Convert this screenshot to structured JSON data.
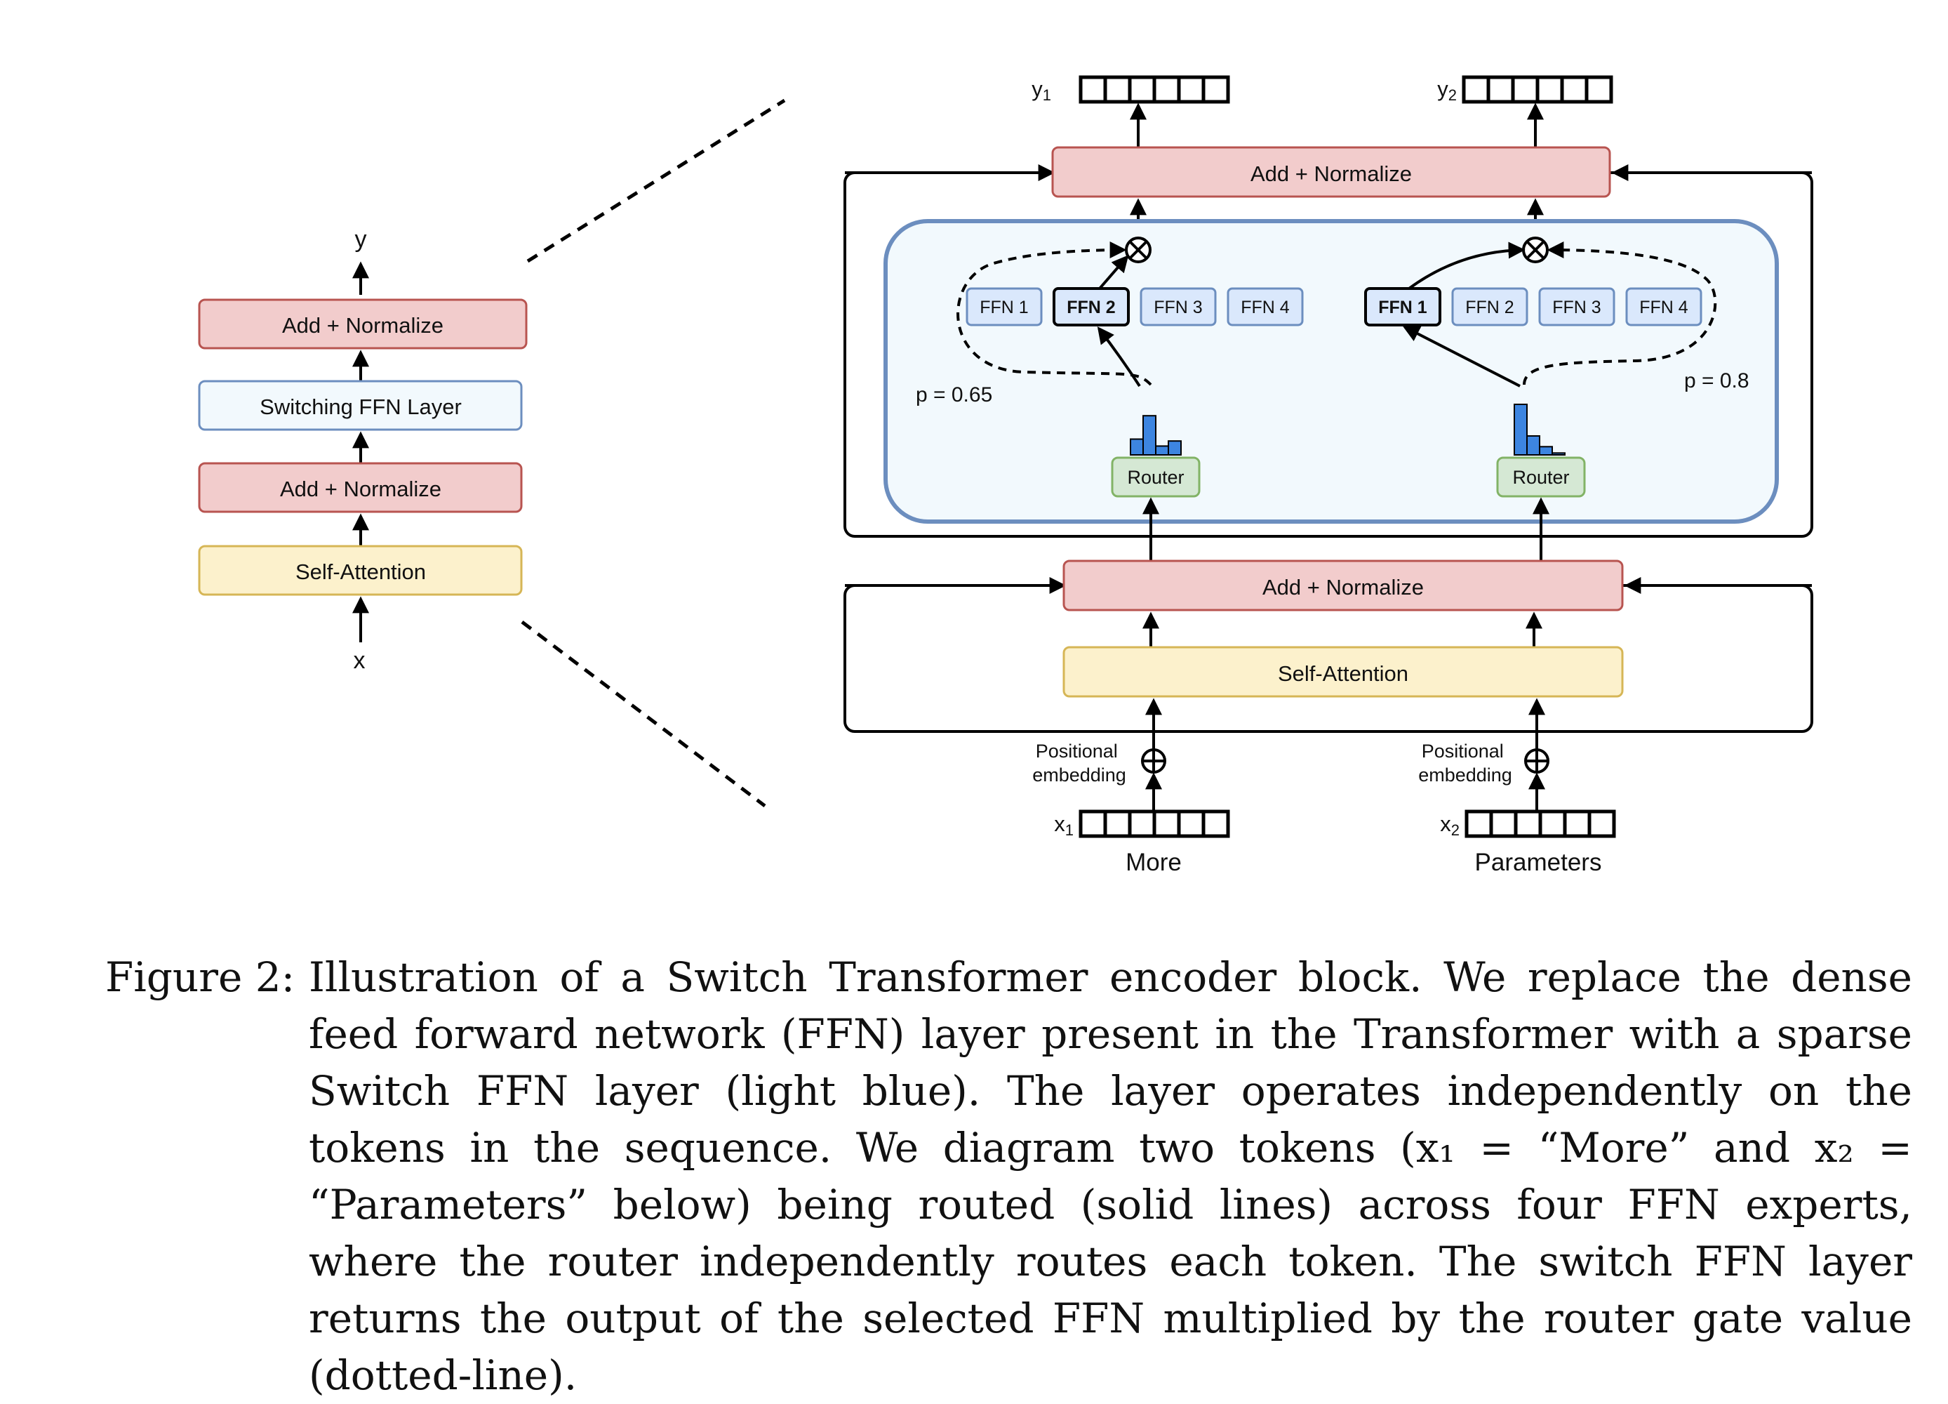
{
  "left_block": {
    "output_label": "y",
    "input_label": "x",
    "layers": [
      "Add + Normalize",
      "Switching FFN Layer",
      "Add + Normalize",
      "Self-Attention"
    ]
  },
  "right_block": {
    "top_add_norm": "Add + Normalize",
    "bottom_add_norm": "Add + Normalize",
    "self_attention": "Self-Attention",
    "outputs": [
      {
        "label": "y",
        "subscript": "1"
      },
      {
        "label": "y",
        "subscript": "2"
      }
    ],
    "inputs": [
      {
        "label": "x",
        "subscript": "1",
        "token": "More"
      },
      {
        "label": "x",
        "subscript": "2",
        "token": "Parameters"
      }
    ],
    "positional_embedding": [
      "Positional",
      "embedding"
    ],
    "routers": [
      {
        "label": "Router",
        "probability": "p = 0.65",
        "selected_expert": "FFN 2",
        "distribution": [
          0.25,
          0.62,
          0.14,
          0.22
        ]
      },
      {
        "label": "Router",
        "probability": "p = 0.8",
        "selected_expert": "FFN 1",
        "distribution": [
          0.8,
          0.3,
          0.13,
          0.03
        ]
      }
    ],
    "experts": [
      "FFN 1",
      "FFN 2",
      "FFN 3",
      "FFN 4"
    ]
  },
  "colors": {
    "add_norm_fill": "#f2cccc",
    "add_norm_stroke": "#b85450",
    "attention_fill": "#fcf1cc",
    "attention_stroke": "#d6b656",
    "switch_fill": "#f2f9fd",
    "switch_stroke": "#6c8ebf",
    "expert_fill": "#dae8fc",
    "router_fill": "#d5e8d4",
    "router_stroke": "#82b366",
    "bar_fill": "#3d85e0"
  },
  "caption": {
    "label": "Figure 2:",
    "text": "Illustration of a Switch Transformer encoder block. We replace the dense feed forward network (FFN) layer present in the Transformer with a sparse Switch FFN layer (light blue). The layer operates independently on the tokens in the sequence. We diagram two tokens (x₁ = “More” and x₂ = “Parameters” below) being routed (solid lines) across four FFN experts, where the router independently routes each token. The switch FFN layer returns the output of the selected FFN multiplied by the router gate value (dotted-line)."
  }
}
